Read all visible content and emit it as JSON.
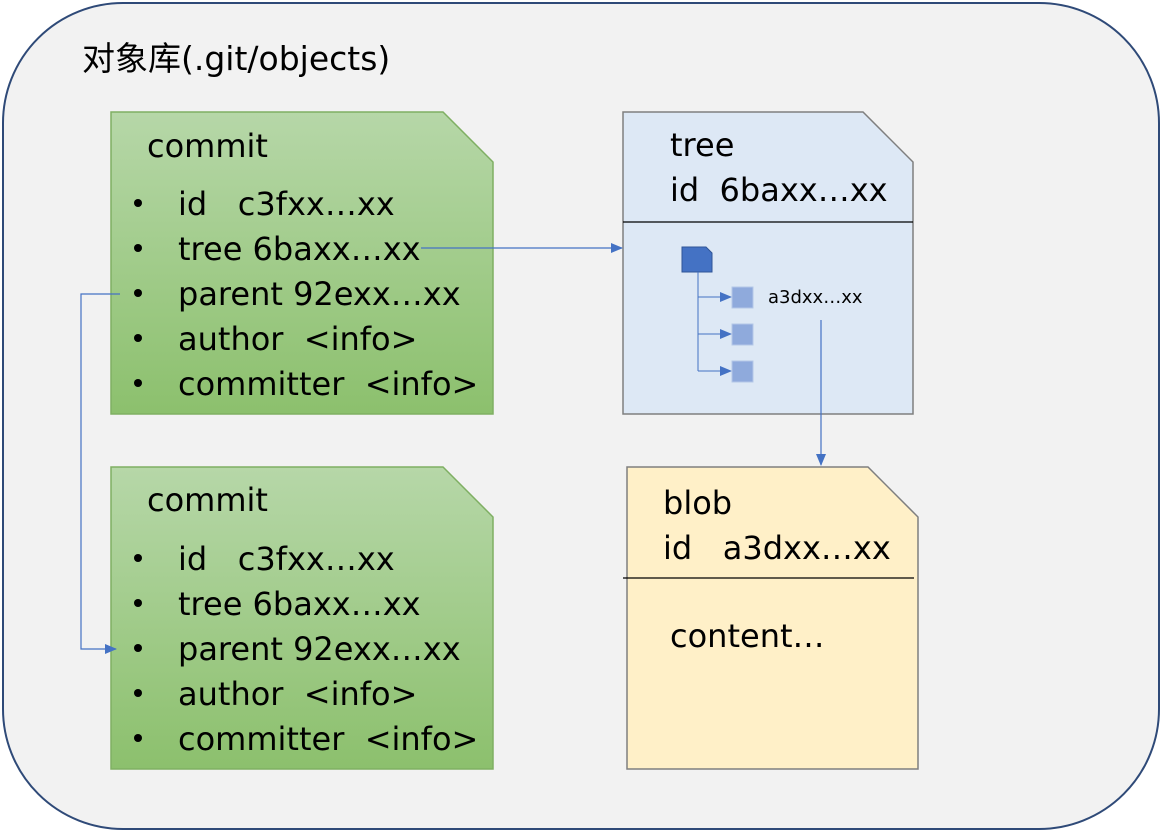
{
  "container": {
    "title": "对象库(.git/objects)"
  },
  "commits": [
    {
      "title": "commit",
      "fields": [
        "id   c3fxx…xx",
        "tree 6baxx…xx",
        "parent 92exx…xx",
        "author  <info>",
        "committer  <info>"
      ]
    },
    {
      "title": "commit",
      "fields": [
        "id   c3fxx…xx",
        "tree 6baxx…xx",
        "parent 92exx…xx",
        "author  <info>",
        "committer  <info>"
      ]
    }
  ],
  "tree": {
    "title": "tree",
    "id": "id  6baxx…xx",
    "entry_label": "a3dxx…xx"
  },
  "blob": {
    "title": "blob",
    "id": "id   a3dxx…xx",
    "content": "content…"
  },
  "colors": {
    "container_fill": "#f2f2f2",
    "container_stroke": "#2f4a78",
    "commit_top": "#b6d7a8",
    "commit_bottom": "#8cc06d",
    "commit_stroke": "#7faf63",
    "tree_fill": "#dde8f5",
    "blob_fill": "#fff0c8",
    "doc_stroke": "#7f7f7f",
    "arrow": "#4472c4",
    "folder": "#4472c4",
    "file": "#8faadc"
  }
}
